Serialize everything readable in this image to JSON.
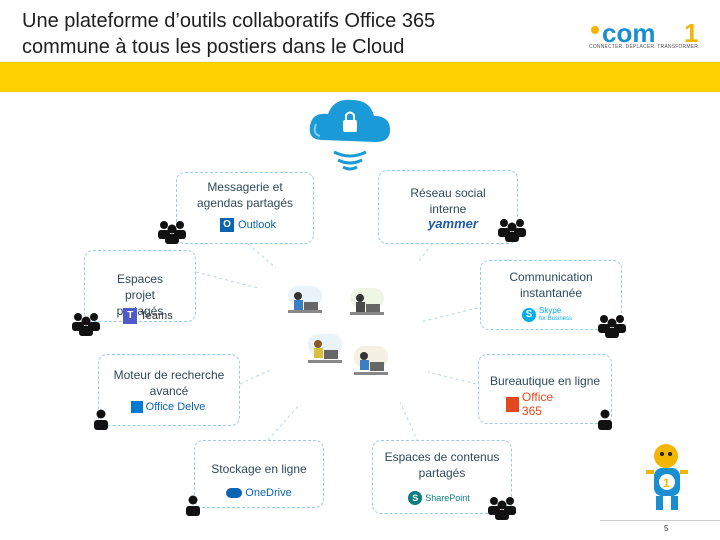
{
  "title": {
    "line1": "Une plateforme d’outils collaboratifs  Office 365",
    "line2": "commune à tous les postiers dans le Cloud"
  },
  "logo": {
    "subtitle": "CONNECTER. DÉPLACER. TRANSFORMER."
  },
  "boxes": {
    "messagerie": {
      "label": "Messagerie et agendas partagés",
      "brand": "Outlook"
    },
    "reseau": {
      "label": "Réseau social interne",
      "brand": "yammer"
    },
    "espaces_projet": {
      "label": "Espaces projet partagés",
      "brand": "Teams"
    },
    "communication": {
      "label": "Communication instantanée",
      "brand_line1": "Skype",
      "brand_line2": "for Business"
    },
    "moteur": {
      "label": "Moteur de recherche avancé",
      "brand": "Office Delve"
    },
    "bureautique": {
      "label": "Bureautique en ligne",
      "brand": "Office 365"
    },
    "stockage": {
      "label": "Stockage en ligne",
      "brand": "OneDrive"
    },
    "espaces_contenus": {
      "label": "Espaces de contenus partagés",
      "brand": "SharePoint"
    }
  },
  "page_number": "5",
  "colors": {
    "band": "#ffd200",
    "cloud": "#1a9ad6",
    "border": "#9ccbe6",
    "people": "#111111"
  }
}
